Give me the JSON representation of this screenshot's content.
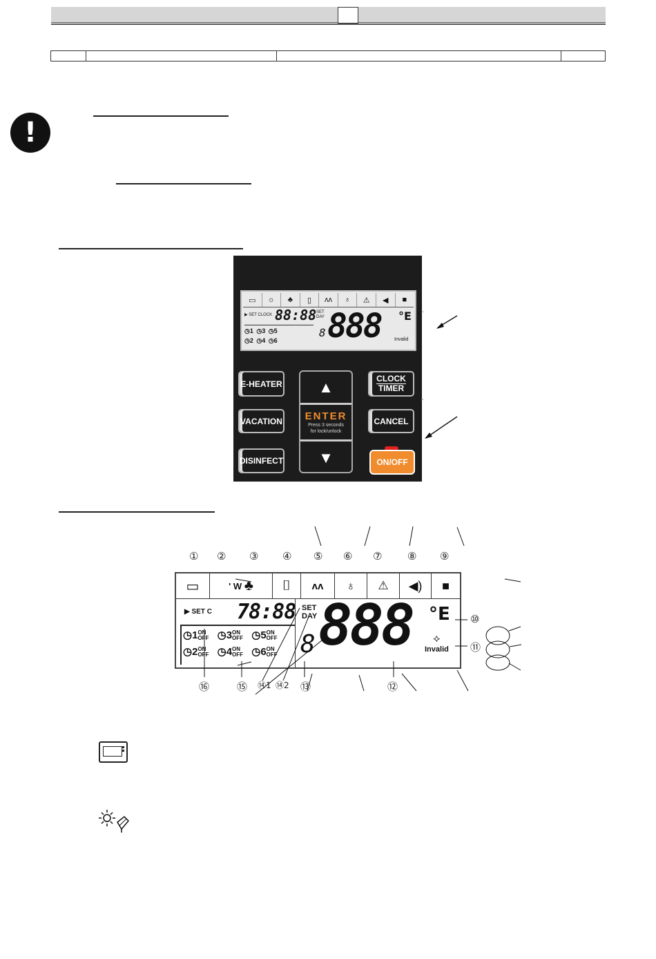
{
  "header": {
    "page_box": ""
  },
  "warning_icon": "exclamation-icon",
  "controller": {
    "small_lcd": {
      "set_clock": "▶ SET CLOCK",
      "time": "88:88",
      "set_day": "SET DAY",
      "digits": "888",
      "unit": "°E",
      "invalid": "Invalid",
      "small_digit": "8",
      "timers": [
        "1",
        "3",
        "5",
        "2",
        "4",
        "6"
      ],
      "on_off": "ON OFF"
    },
    "buttons": {
      "eheater": "E-HEATER",
      "vacation": "VACATION",
      "disinfect": "DISINFECT",
      "clock_timer_1": "CLOCK",
      "clock_timer_2": "TIMER",
      "cancel": "CANCEL",
      "onoff": "ON/OFF",
      "up": "▲",
      "down": "▼",
      "enter": "ENTER",
      "enter_hint_1": "Press 3 seconds",
      "enter_hint_2": "for lock/unlock"
    }
  },
  "diagram": {
    "numbers": [
      "①",
      "②",
      "③",
      "④",
      "⑤",
      "⑥",
      "⑦",
      "⑧",
      "⑨",
      "⑩",
      "⑪",
      "⑫",
      "⑬",
      "⑭2",
      "⑭1",
      "⑮",
      "⑯"
    ],
    "set_clock": "▶ SET C",
    "time": "78:88",
    "set": "SET",
    "day": "DAY",
    "digits": "888",
    "small_digit": "8",
    "unit": "°E",
    "invalid": "Invalid",
    "on": "ON",
    "off": "OFF",
    "timer_nums": [
      "1",
      "3",
      "5",
      "2",
      "4",
      "6"
    ],
    "partial_text": "' W"
  },
  "legend_icons": [
    "controller-icon",
    "sun-solar-icon"
  ]
}
